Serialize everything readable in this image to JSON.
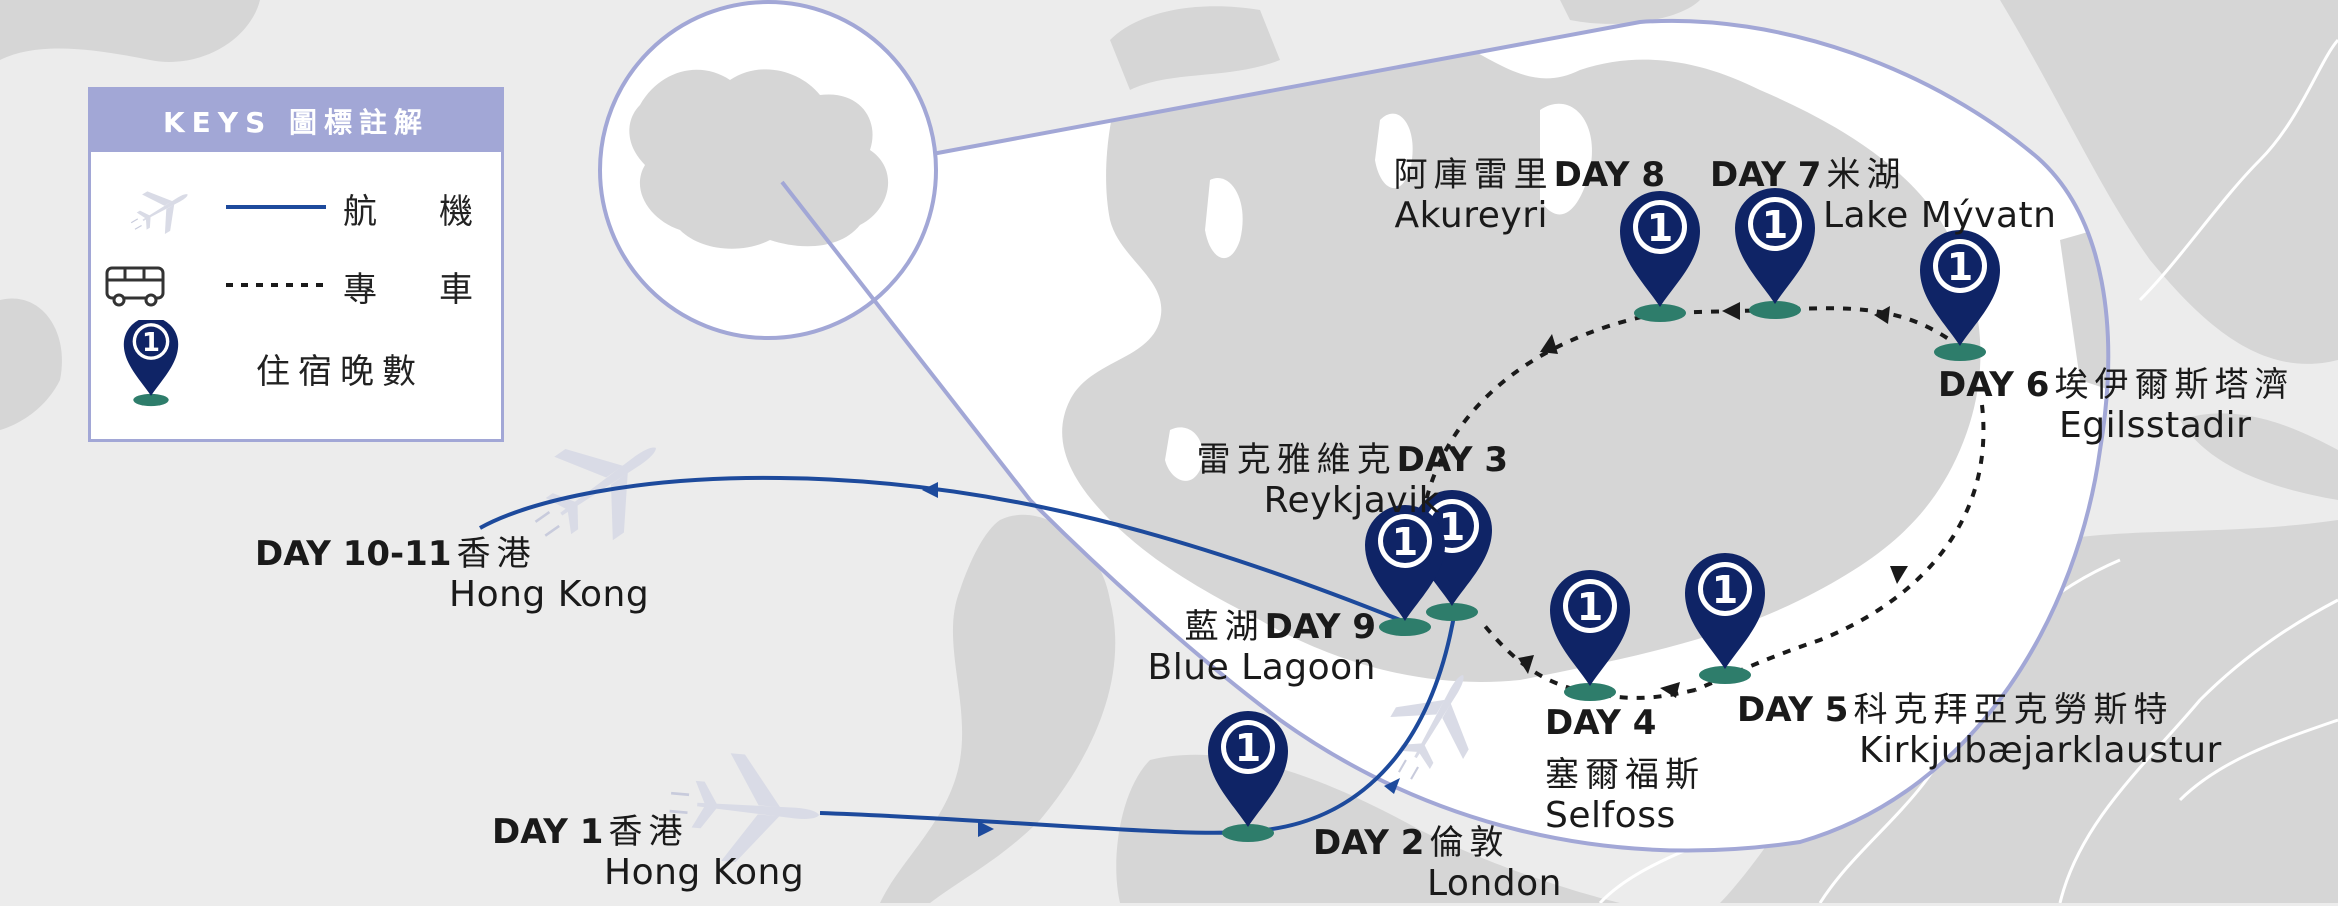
{
  "legend": {
    "title": "KEYS 圖標註解",
    "items": [
      {
        "icon": "airplane-icon",
        "line": "solid",
        "label": "航　機"
      },
      {
        "icon": "bus-icon",
        "line": "dotted",
        "label": "專　車"
      },
      {
        "icon": "pin-icon",
        "label": "住宿晚數"
      }
    ]
  },
  "colors": {
    "route": "#1d4a9c",
    "pin": "#0f2466",
    "pin_base": "#2e7d6b",
    "inset_border": "#a2a7d6",
    "land": "#d6d6d6",
    "sea": "#ececec",
    "legend_header": "#a2a7d6"
  },
  "pin_number": "1",
  "stops": [
    {
      "day": "DAY 1",
      "zh": "香港",
      "en": "Hong Kong"
    },
    {
      "day": "DAY 2",
      "zh": "倫敦",
      "en": "London"
    },
    {
      "day": "DAY 3",
      "zh": "雷克雅維克",
      "en": "Reykjavik"
    },
    {
      "day": "DAY 4",
      "zh": "塞爾福斯",
      "en": "Selfoss"
    },
    {
      "day": "DAY 5",
      "zh": "科克拜亞克勞斯特",
      "en": "Kirkjubæjarklaustur"
    },
    {
      "day": "DAY 6",
      "zh": "埃伊爾斯塔濟",
      "en": "Egilsstadir"
    },
    {
      "day": "DAY 7",
      "zh": "米湖",
      "en": "Lake Mývatn"
    },
    {
      "day": "DAY 8",
      "zh": "阿庫雷里",
      "en": "Akureyri"
    },
    {
      "day": "DAY 9",
      "zh": "藍湖",
      "en": "Blue Lagoon"
    },
    {
      "day": "DAY 10-11",
      "zh": "香港",
      "en": "Hong Kong"
    }
  ]
}
